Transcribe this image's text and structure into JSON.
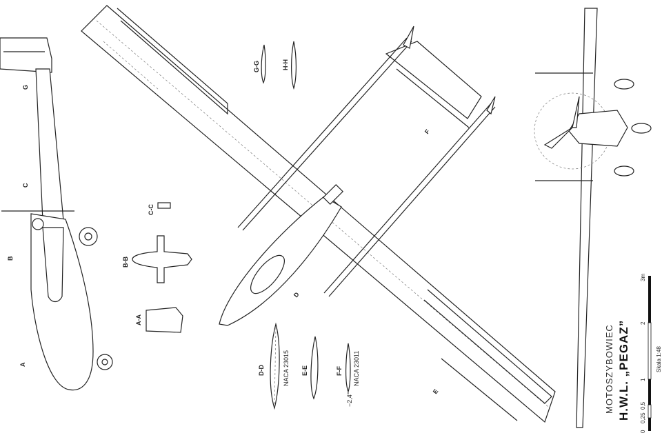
{
  "title": {
    "type": "MOTOSZYBOWIEC",
    "name": "H.W.L. „PEGAZ”",
    "scale_label": "Skala 1:48"
  },
  "scale_bar": {
    "ticks": [
      "0",
      "0,25",
      "0,5",
      "1",
      "2",
      "3m"
    ]
  },
  "sections": {
    "gg": "G-G",
    "hh": "H-H",
    "cc": "C-C",
    "bb": "B-B",
    "aa": "A-A",
    "dd": "D-D",
    "dd_profile": "NACA 23015",
    "ee": "E-E",
    "ff": "F-F",
    "ff_profile": "NACA 23011",
    "ff_angle": "−2,4°"
  },
  "side_view_marks": [
    "G",
    "C",
    "B",
    "A"
  ],
  "top_view_marks": [
    "D",
    "E",
    "F"
  ],
  "colors": {
    "line": "#222222",
    "background": "#ffffff"
  }
}
